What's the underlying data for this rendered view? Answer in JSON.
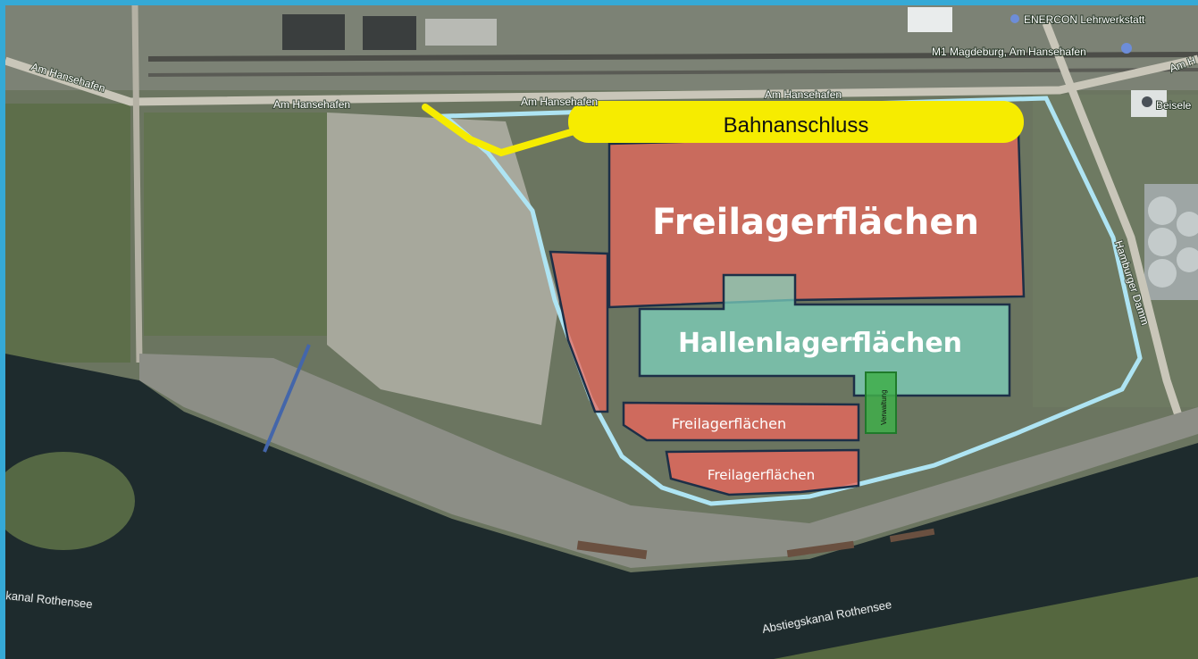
{
  "map": {
    "roads": {
      "am_hansehafen_left": "Am Hansehafen",
      "am_hansehafen_mid1": "Am Hansehafen",
      "am_hansehafen_mid2": "Am Hansehafen",
      "am_hansehafen_right": "Am Hansehafen",
      "hamburger_damm": "Hamburger Damm",
      "am_h_cut": "Am H"
    },
    "pois": {
      "enercon": "ENERCON Lehrwerkstatt",
      "m1": "M1 Magdeburg, Am Hansehafen",
      "beisele": "Beisele"
    },
    "water": {
      "left": "kanal Rothensee",
      "right": "Abstiegskanal Rothensee"
    },
    "overlay": {
      "rail_label": "Bahnanschluss",
      "open_storage_main": "Freilagerflächen",
      "hall_storage": "Hallenlagerflächen",
      "open_storage_small_1": "Freilagerflächen",
      "open_storage_small_2": "Freilagerflächen",
      "admin": "Verwaltung"
    },
    "colors": {
      "open_storage": "#e8685c",
      "hall_storage": "#7fd9c4",
      "admin": "#3fae4a",
      "rail": "#f6ec00",
      "site_boundary": "#aee4f3",
      "frame": "#35a9d6"
    }
  }
}
